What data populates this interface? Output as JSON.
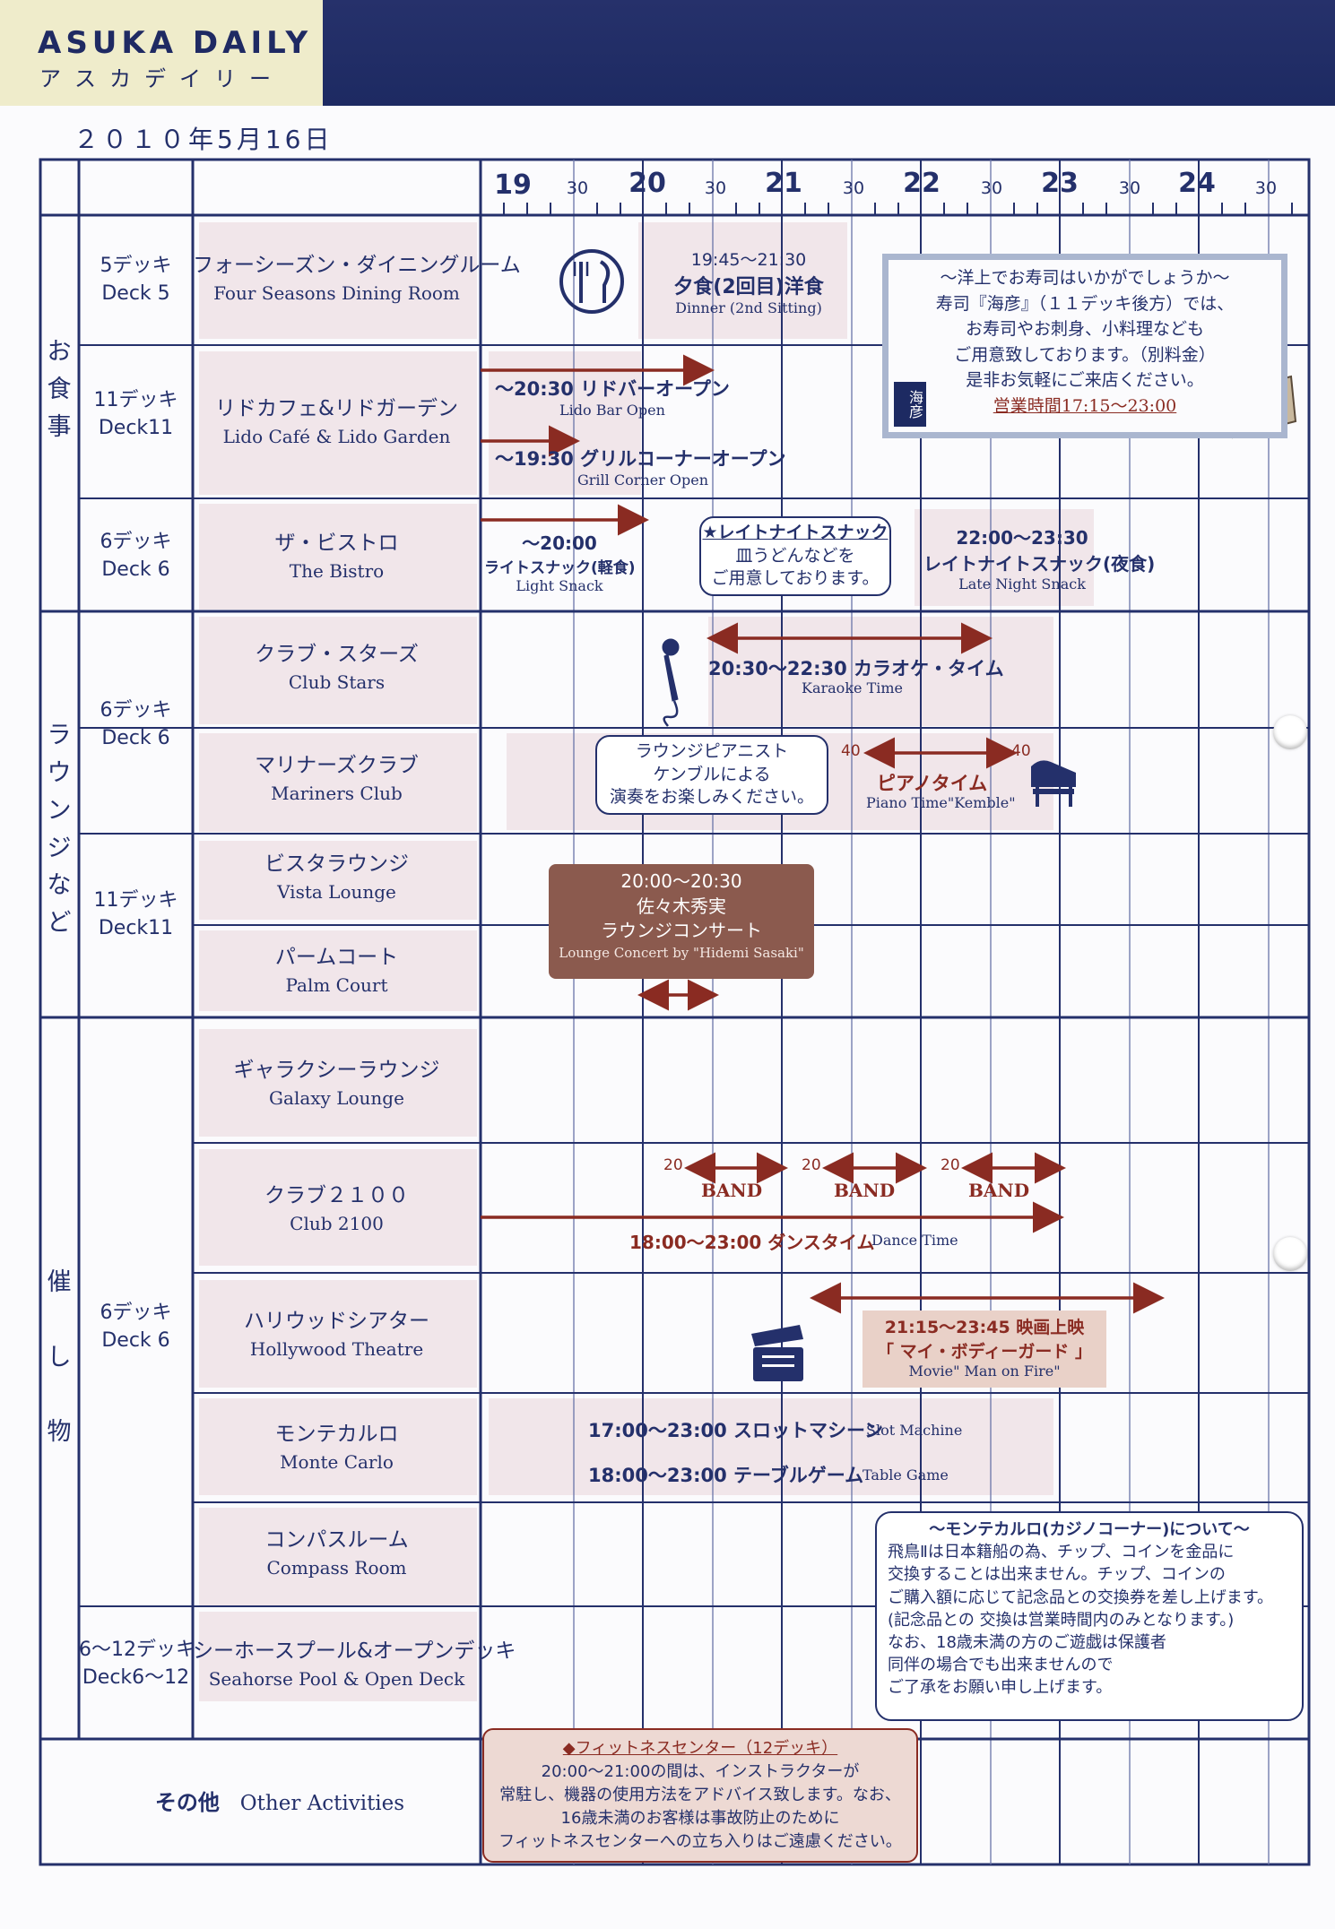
{
  "header": {
    "brand_title": "ASUKA DAILY",
    "brand_kana": "アスカデイリー",
    "date": "２０１０年5月16日"
  },
  "colors": {
    "navy": "#24306b",
    "maroon": "#8a2b22",
    "pink_shade": "#f1e6ea",
    "header_band": "#1d2a62",
    "header_cream": "#efeccb"
  },
  "timeline": {
    "hours": [
      "19",
      "20",
      "21",
      "22",
      "23",
      "24"
    ],
    "half_label": "30"
  },
  "categories": {
    "dining": "お\n食\n事",
    "lounge": "ラ\nウ\nン\nジ\nな\nど",
    "events": "催\n\nし\n\n物"
  },
  "rows": {
    "four_seasons": {
      "deck_ja": "5デッキ",
      "deck_en": "Deck 5",
      "venue_ja": "フォーシーズン・ダイニングルーム",
      "venue_en": "Four Seasons Dining Room"
    },
    "lido": {
      "deck_ja": "11デッキ",
      "deck_en": "Deck11",
      "venue_ja": "リドカフェ&リドガーデン",
      "venue_en": "Lido Café & Lido Garden"
    },
    "bistro": {
      "deck_ja": "6デッキ",
      "deck_en": "Deck 6",
      "venue_ja": "ザ・ビストロ",
      "venue_en": "The Bistro"
    },
    "lounge_deck": {
      "deck_ja": "6デッキ",
      "deck_en": "Deck 6"
    },
    "club_stars": {
      "venue_ja": "クラブ・スターズ",
      "venue_en": "Club Stars"
    },
    "mariners": {
      "venue_ja": "マリナーズクラブ",
      "venue_en": "Mariners Club"
    },
    "deck11": {
      "deck_ja": "11デッキ",
      "deck_en": "Deck11"
    },
    "vista": {
      "venue_ja": "ビスタラウンジ",
      "venue_en": "Vista Lounge"
    },
    "palm": {
      "venue_ja": "パームコート",
      "venue_en": "Palm Court"
    },
    "events_deck": {
      "deck_ja": "6デッキ",
      "deck_en": "Deck 6"
    },
    "galaxy": {
      "venue_ja": "ギャラクシーラウンジ",
      "venue_en": "Galaxy Lounge"
    },
    "club2100": {
      "venue_ja": "クラブ２１００",
      "venue_en": "Club 2100"
    },
    "hollywood": {
      "venue_ja": "ハリウッドシアター",
      "venue_en": "Hollywood Theatre"
    },
    "monte": {
      "venue_ja": "モンテカルロ",
      "venue_en": "Monte Carlo"
    },
    "compass": {
      "venue_ja": "コンパスルーム",
      "venue_en": "Compass Room"
    },
    "seahorse": {
      "deck_ja": "6〜12デッキ",
      "deck_en": "Deck6〜12",
      "venue_ja": "シーホースプール&オープンデッキ",
      "venue_en": "Seahorse Pool & Open Deck"
    },
    "other": {
      "label_ja": "その他",
      "label_en": "Other Activities"
    }
  },
  "events": {
    "dinner_time": "19:45〜21:30",
    "dinner_ja": "夕食(2回目)洋食",
    "dinner_en": "Dinner (2nd Sitting)",
    "lido_bar_ja": "〜20:30 リドバーオープン",
    "lido_bar_en": "Lido Bar Open",
    "grill_ja": "〜19:30 グリルコーナーオープン",
    "grill_en": "Grill Corner Open",
    "snack_time": "〜20:00",
    "snack_ja": "ライトスナック(軽食)",
    "snack_en": "Light Snack",
    "late_bubble_1": "★レイトナイトスナック",
    "late_bubble_2": "皿うどんなどを",
    "late_bubble_3": "ご用意しております。",
    "late_time": "22:00〜23:30",
    "late_ja": "レイトナイトスナック(夜食)",
    "late_en": "Late Night Snack",
    "karaoke_ja": "20:30〜22:30 カラオケ・タイム",
    "karaoke_en": "Karaoke Time",
    "pianist_bubble_1": "ラウンジピアニスト",
    "pianist_bubble_2": "ケンブルによる",
    "pianist_bubble_3": "演奏をお楽しみください。",
    "piano_start": "40",
    "piano_end": "40",
    "piano_ja": "ピアノタイム",
    "piano_en": "Piano Time\"Kemble\"",
    "concert_time": "20:00〜20:30",
    "concert_name": "佐々木秀実",
    "concert_ja": "ラウンジコンサート",
    "concert_en": "Lounge Concert by \"Hidemi Sasaki\"",
    "band_mark": "20",
    "band_label": "BAND",
    "dance_ja": "18:00〜23:00 ダンスタイム",
    "dance_en": "Dance Time",
    "movie_time": "21:15〜23:45 映画上映",
    "movie_title": "「 マイ・ボディーガード 」",
    "movie_en": "Movie\" Man on Fire\"",
    "slot_ja": "17:00〜23:00 スロットマシーン",
    "slot_en": "Slot Machine",
    "table_ja": "18:00〜23:00 テーブルゲーム",
    "table_en": "Table Game"
  },
  "sushi": {
    "line1": "〜洋上でお寿司はいかがでしょうか〜",
    "line2": "寿司『海彦』（１１デッキ後方）では、",
    "line3": "お寿司やお刺身、小料理なども",
    "line4": "ご用意致しております。（別料金）",
    "line5": "是非お気軽にご来店ください。",
    "hours": "営業時間17:15〜23:00",
    "logo": "海彦"
  },
  "casino": {
    "title": "〜モンテカルロ(カジノコーナー)について〜",
    "line1": "飛鳥Ⅱは日本籍船の為、チップ、コインを金品に",
    "line2": "交換することは出来ません。チップ、コインの",
    "line3": "ご購入額に応じて記念品との交換券を差し上げます。",
    "line4": "(記念品との 交換は営業時間内のみとなります。)",
    "line5": "なお、18歳未満の方のご遊戯は保護者",
    "line6": "同伴の場合でも出来ませんので",
    "line7": "ご了承をお願い申し上げます。"
  },
  "fitness": {
    "title": "◆フィットネスセンター（12デッキ）",
    "line1": "20:00〜21:00の間は、インストラクターが",
    "line2": "常駐し、機器の使用方法をアドバイス致します。なお、",
    "line3": "16歳未満のお客様は事故防止のために",
    "line4": "フィットネスセンターへの立ち入りはご遠慮ください。"
  }
}
